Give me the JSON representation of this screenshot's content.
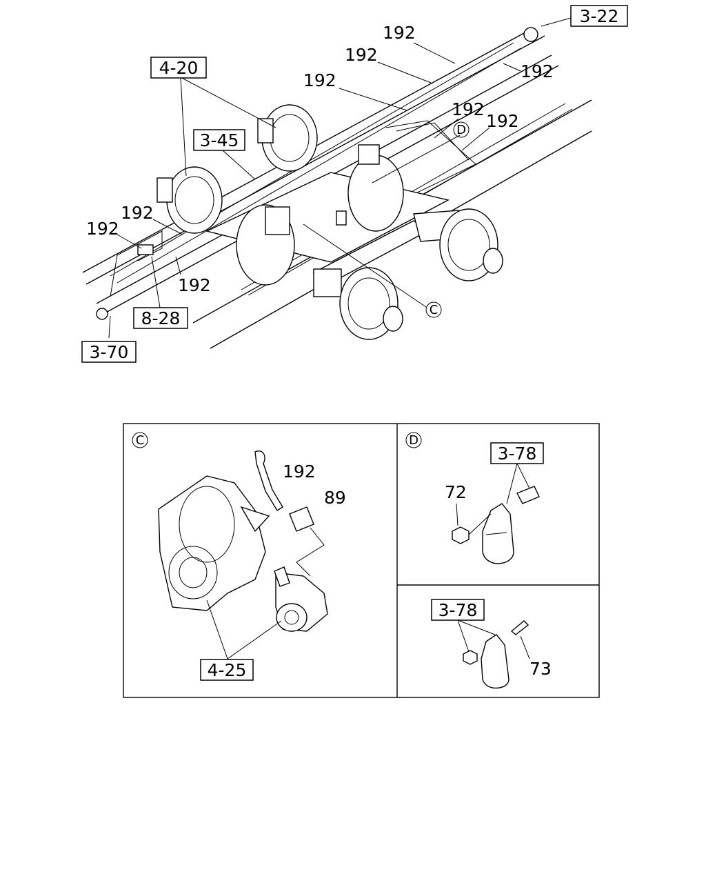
{
  "refs": {
    "r_3_22": "3-22",
    "r_4_20": "4-20",
    "r_3_45": "3-45",
    "r_8_28": "8-28",
    "r_3_70": "3-70",
    "r_4_25": "4-25",
    "r_3_78_a": "3-78",
    "r_3_78_b": "3-78"
  },
  "parts": {
    "p192": "192",
    "p89": "89",
    "p72": "72",
    "p73": "73"
  },
  "markers": {
    "c": "C",
    "d": "D"
  }
}
